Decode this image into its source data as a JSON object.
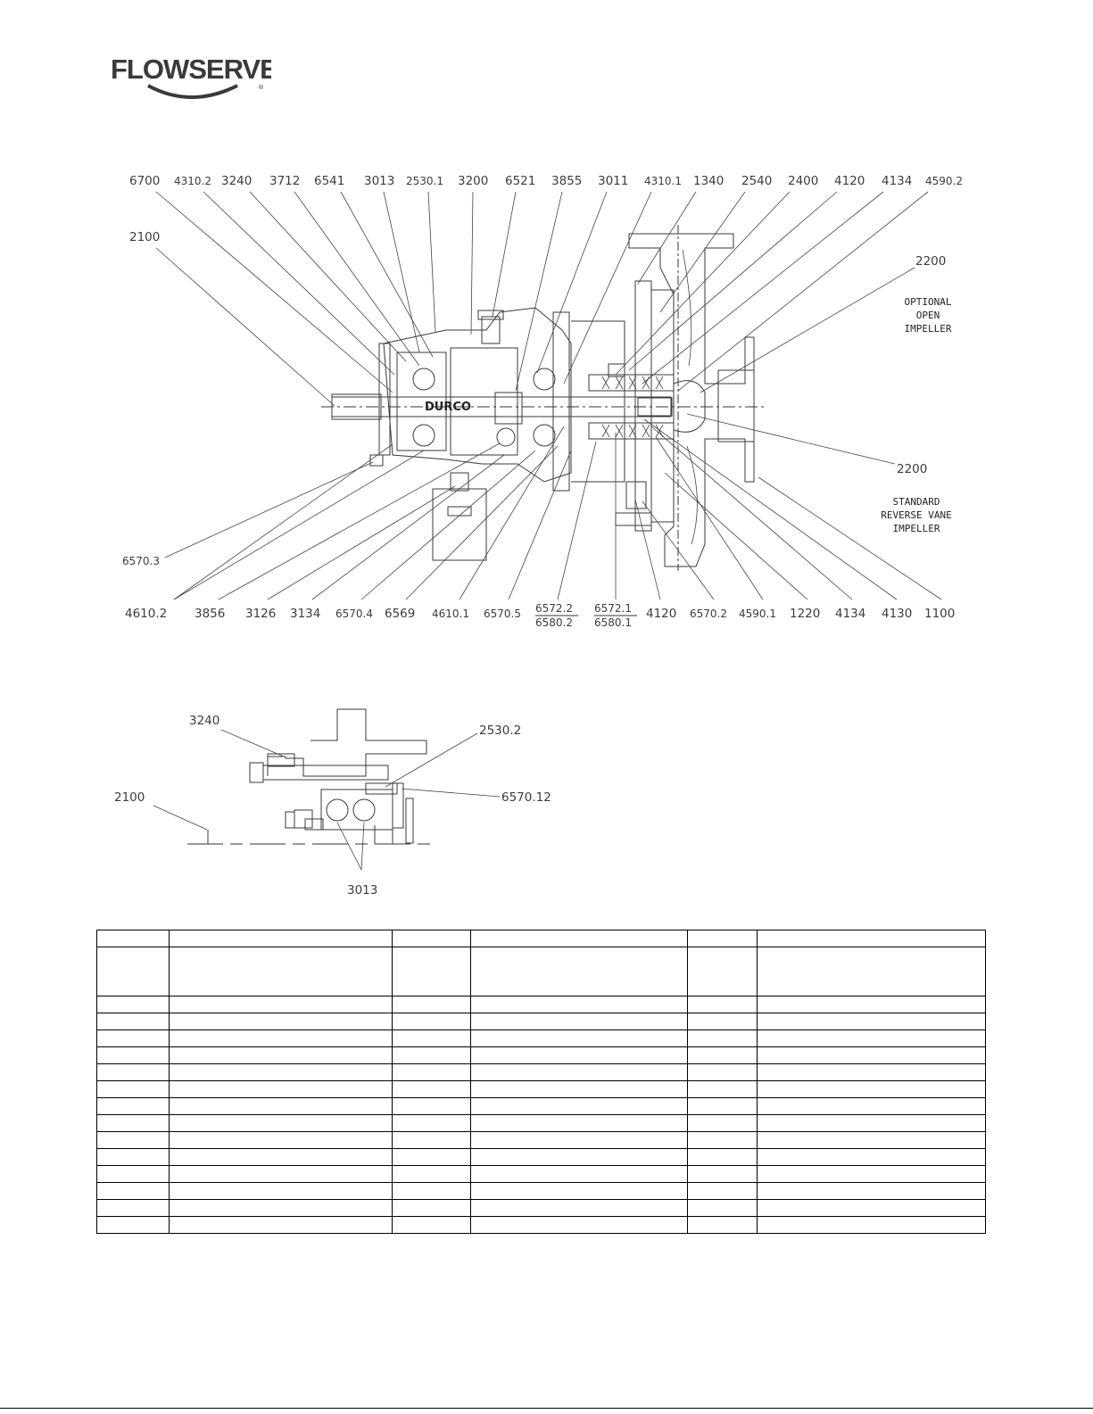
{
  "logo": {
    "text": "FLOWSERVE"
  },
  "main_drawing": {
    "callouts_top": [
      "6700",
      "4310.2",
      "3240",
      "3712",
      "6541",
      "3013",
      "2530.1",
      "3200",
      "6521",
      "3855",
      "3011",
      "4310.1",
      "1340",
      "2540",
      "2400",
      "4120",
      "4134",
      "4590.2"
    ],
    "callouts_bottom": [
      "4610.2",
      "3856",
      "3126",
      "3134",
      "6570.4",
      "6569",
      "4610.1",
      "6570.5",
      "4120",
      "6570.2",
      "4590.1",
      "1220",
      "4134",
      "4130",
      "1100"
    ],
    "callouts_fraction": [
      {
        "num": "6572.2",
        "den": "6580.2"
      },
      {
        "num": "6572.1",
        "den": "6580.1"
      }
    ],
    "callouts_side": {
      "left_top": "2100",
      "left_bottom": "6570.3",
      "right_top": "2200",
      "right_mid": "2200"
    },
    "notes": {
      "optional": [
        "OPTIONAL",
        "OPEN",
        "IMPELLER"
      ],
      "standard": [
        "STANDARD",
        "REVERSE VANE",
        "IMPELLER"
      ]
    },
    "casting_mark": "DURCO"
  },
  "detail_drawing": {
    "callouts": {
      "a": "3240",
      "b": "2530.2",
      "c": "2100",
      "d": "6570.12",
      "e": "3013"
    }
  },
  "parts_table": {
    "rows": 16,
    "columns": 6
  }
}
